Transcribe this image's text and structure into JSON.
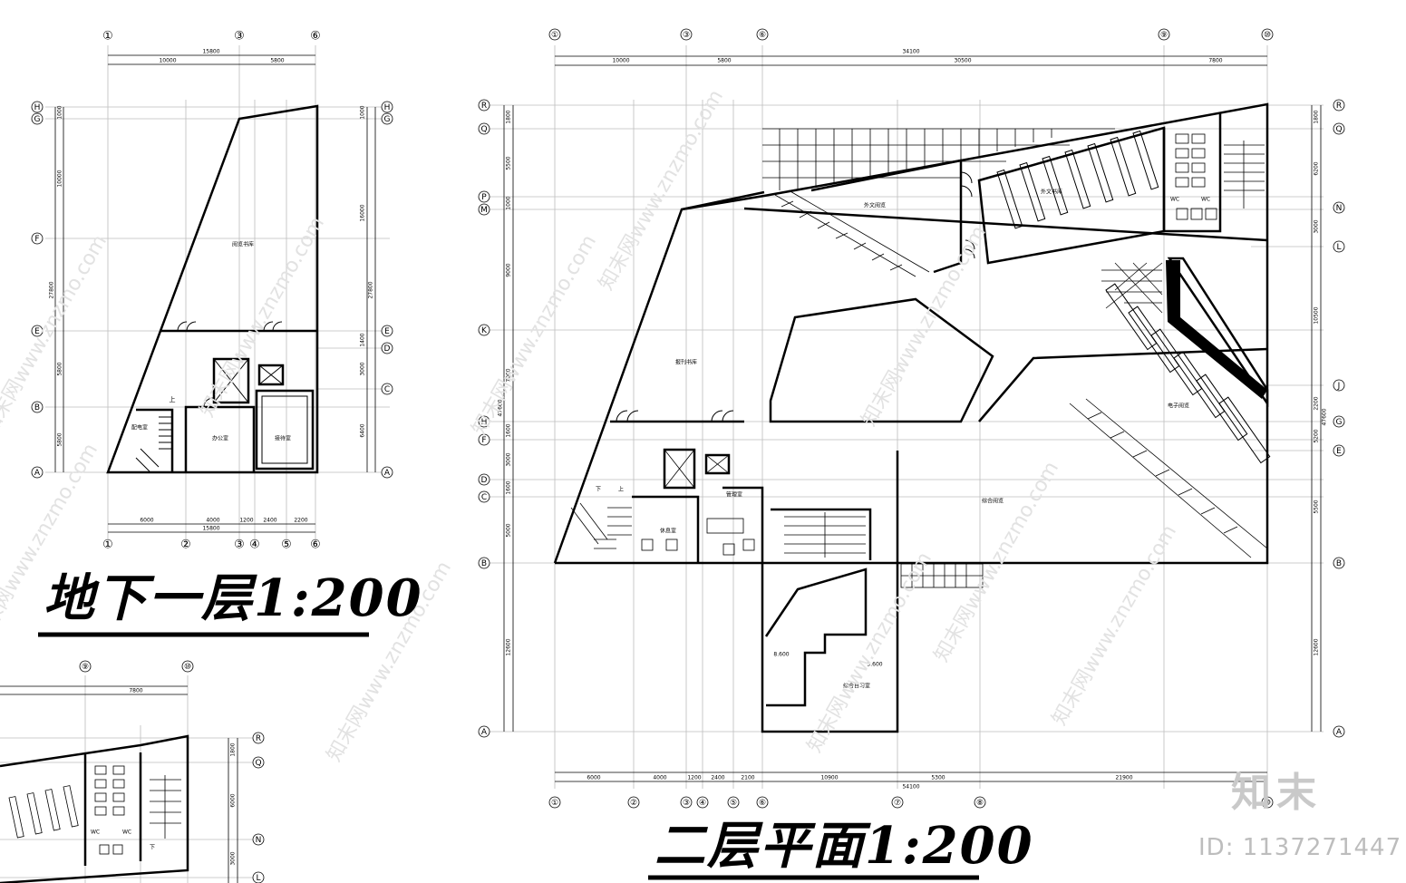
{
  "plan_basement": {
    "title": "地下一层1:200",
    "top_axes": [
      "①",
      "③",
      "⑥"
    ],
    "bottom_axes": [
      "①",
      "②",
      "③",
      "④",
      "⑤",
      "⑥"
    ],
    "row_axes": [
      "H",
      "G",
      "F",
      "E",
      "D",
      "C",
      "B",
      "A"
    ],
    "dims_top": [
      "15800",
      "10000",
      "5800"
    ],
    "dims_bottom": [
      "6000",
      "4000",
      "1200",
      "2400",
      "2200",
      "15800"
    ],
    "dims_left": [
      "1000",
      "10000",
      "27800",
      "5800",
      "5800"
    ],
    "dims_right": [
      "1000",
      "16000",
      "27800",
      "1400",
      "3000",
      "6400"
    ],
    "rooms": [
      "阅览书库",
      "办公室",
      "接待室",
      "配电室"
    ],
    "stair_labels": [
      "上"
    ]
  },
  "plan_second": {
    "title": "二层平面1:200",
    "top_axes": [
      "①",
      "③",
      "⑥",
      "⑨",
      "⑩"
    ],
    "bottom_axes": [
      "①",
      "②",
      "③",
      "④",
      "⑤",
      "⑥",
      "⑦",
      "⑧",
      "⑩"
    ],
    "row_axes": [
      "R",
      "Q",
      "P",
      "M",
      "K",
      "H",
      "F",
      "D",
      "C",
      "B",
      "A"
    ],
    "row_axes_right": [
      "R",
      "Q",
      "N",
      "L",
      "J",
      "G",
      "E",
      "B",
      "A"
    ],
    "dims_top": [
      "34100",
      "10000",
      "5800",
      "30500",
      "7800"
    ],
    "dims_bottom": [
      "6000",
      "4000",
      "1200",
      "2400",
      "2100",
      "10900",
      "5300",
      "21900",
      "54100"
    ],
    "dims_left": [
      "1800",
      "5500",
      "1000",
      "9000",
      "7000",
      "1600",
      "3000",
      "1600",
      "5000",
      "12600",
      "47600"
    ],
    "dims_right": [
      "1800",
      "6200",
      "3000",
      "10500",
      "2200",
      "5200",
      "5500",
      "12600",
      "47600"
    ],
    "rooms": [
      "外文阅览",
      "外文书库",
      "报刊书库",
      "电子阅览",
      "综合阅览",
      "休息室",
      "管理室",
      "综合自习室"
    ],
    "labels": [
      "上",
      "下",
      "WC",
      "WC",
      "5.600",
      "8.600"
    ]
  },
  "plan_partial": {
    "top_axes": [
      "⑨",
      "⑩"
    ],
    "dims_top": [
      "7800"
    ],
    "row_axes": [
      "R",
      "Q",
      "N",
      "L"
    ],
    "dims_right": [
      "1800",
      "6000",
      "3000"
    ],
    "labels": [
      "WC",
      "WC",
      "下"
    ]
  },
  "watermark": {
    "logo": "知末",
    "id_text": "ID: 1137271447",
    "diagonal_text": "知末网www.znzmo.com"
  }
}
